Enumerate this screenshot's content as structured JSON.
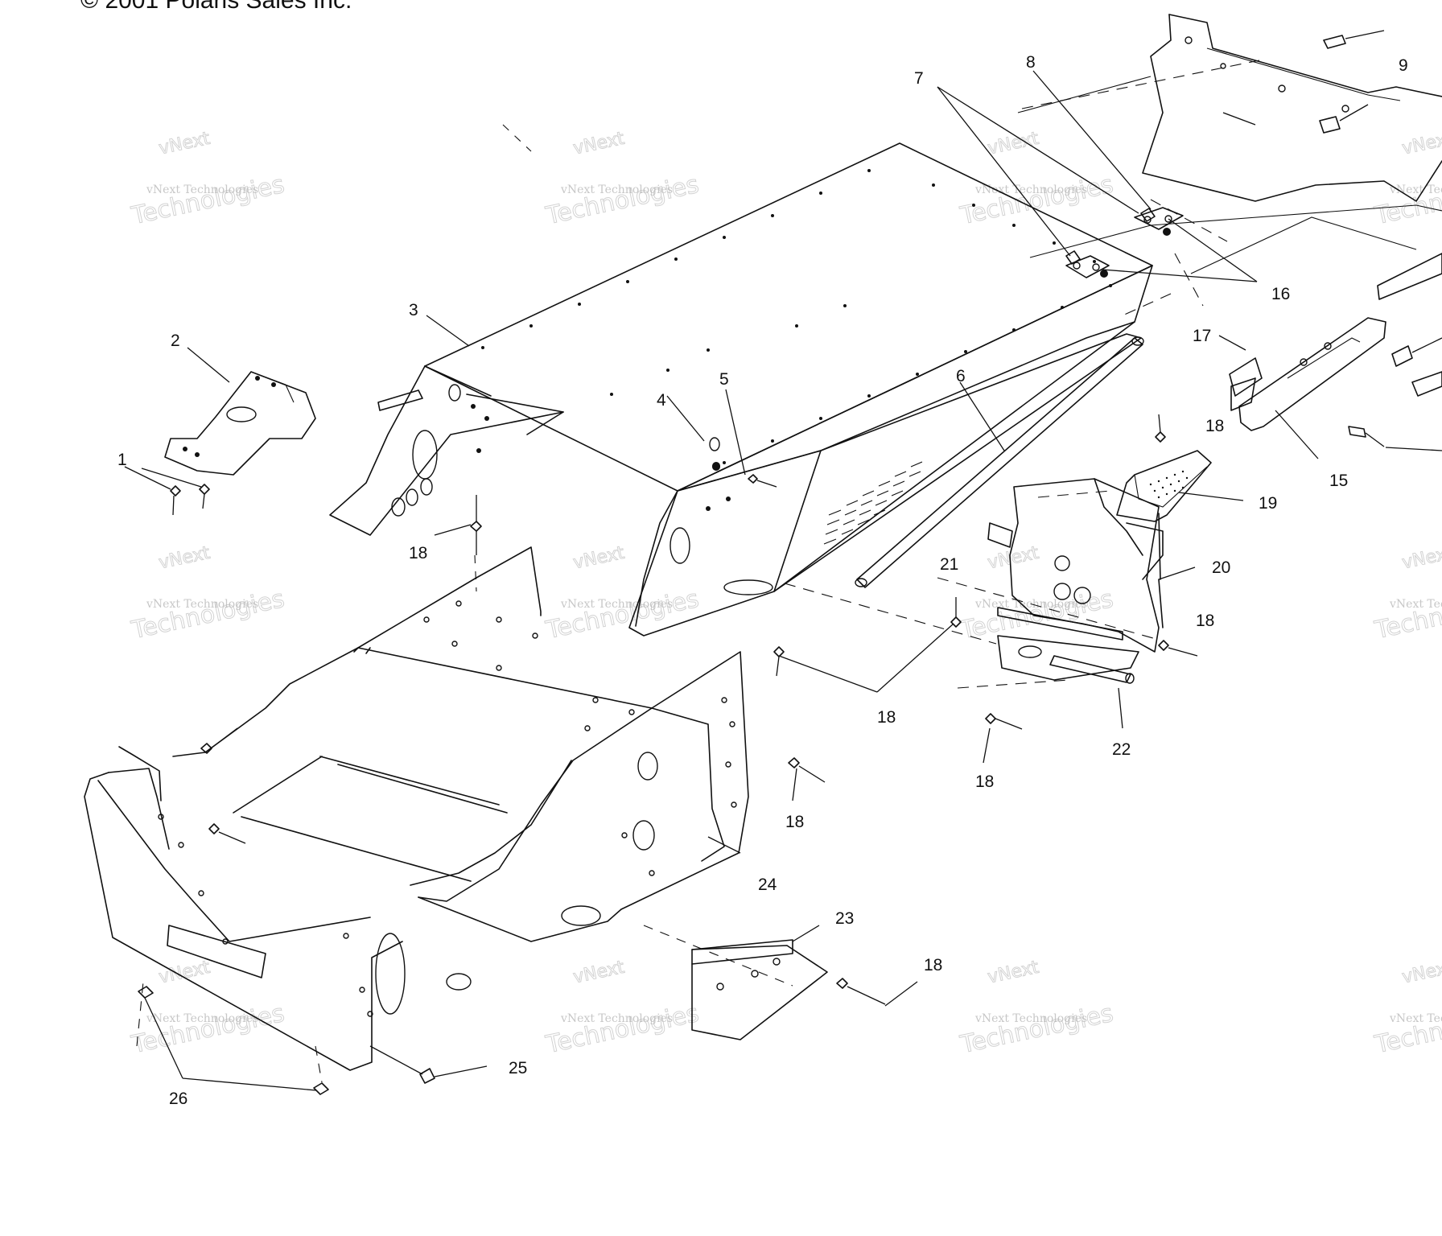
{
  "copyright": "© 2001 Polaris Sales Inc.",
  "watermark": {
    "line1": "vNext",
    "line2": "vNext Technologies",
    "line3": "Technologies"
  },
  "callouts": [
    "1",
    "2",
    "3",
    "4",
    "5",
    "6",
    "7",
    "8",
    "9",
    "15",
    "16",
    "17",
    "18",
    "19",
    "20",
    "21",
    "22",
    "23",
    "24",
    "25",
    "26"
  ]
}
